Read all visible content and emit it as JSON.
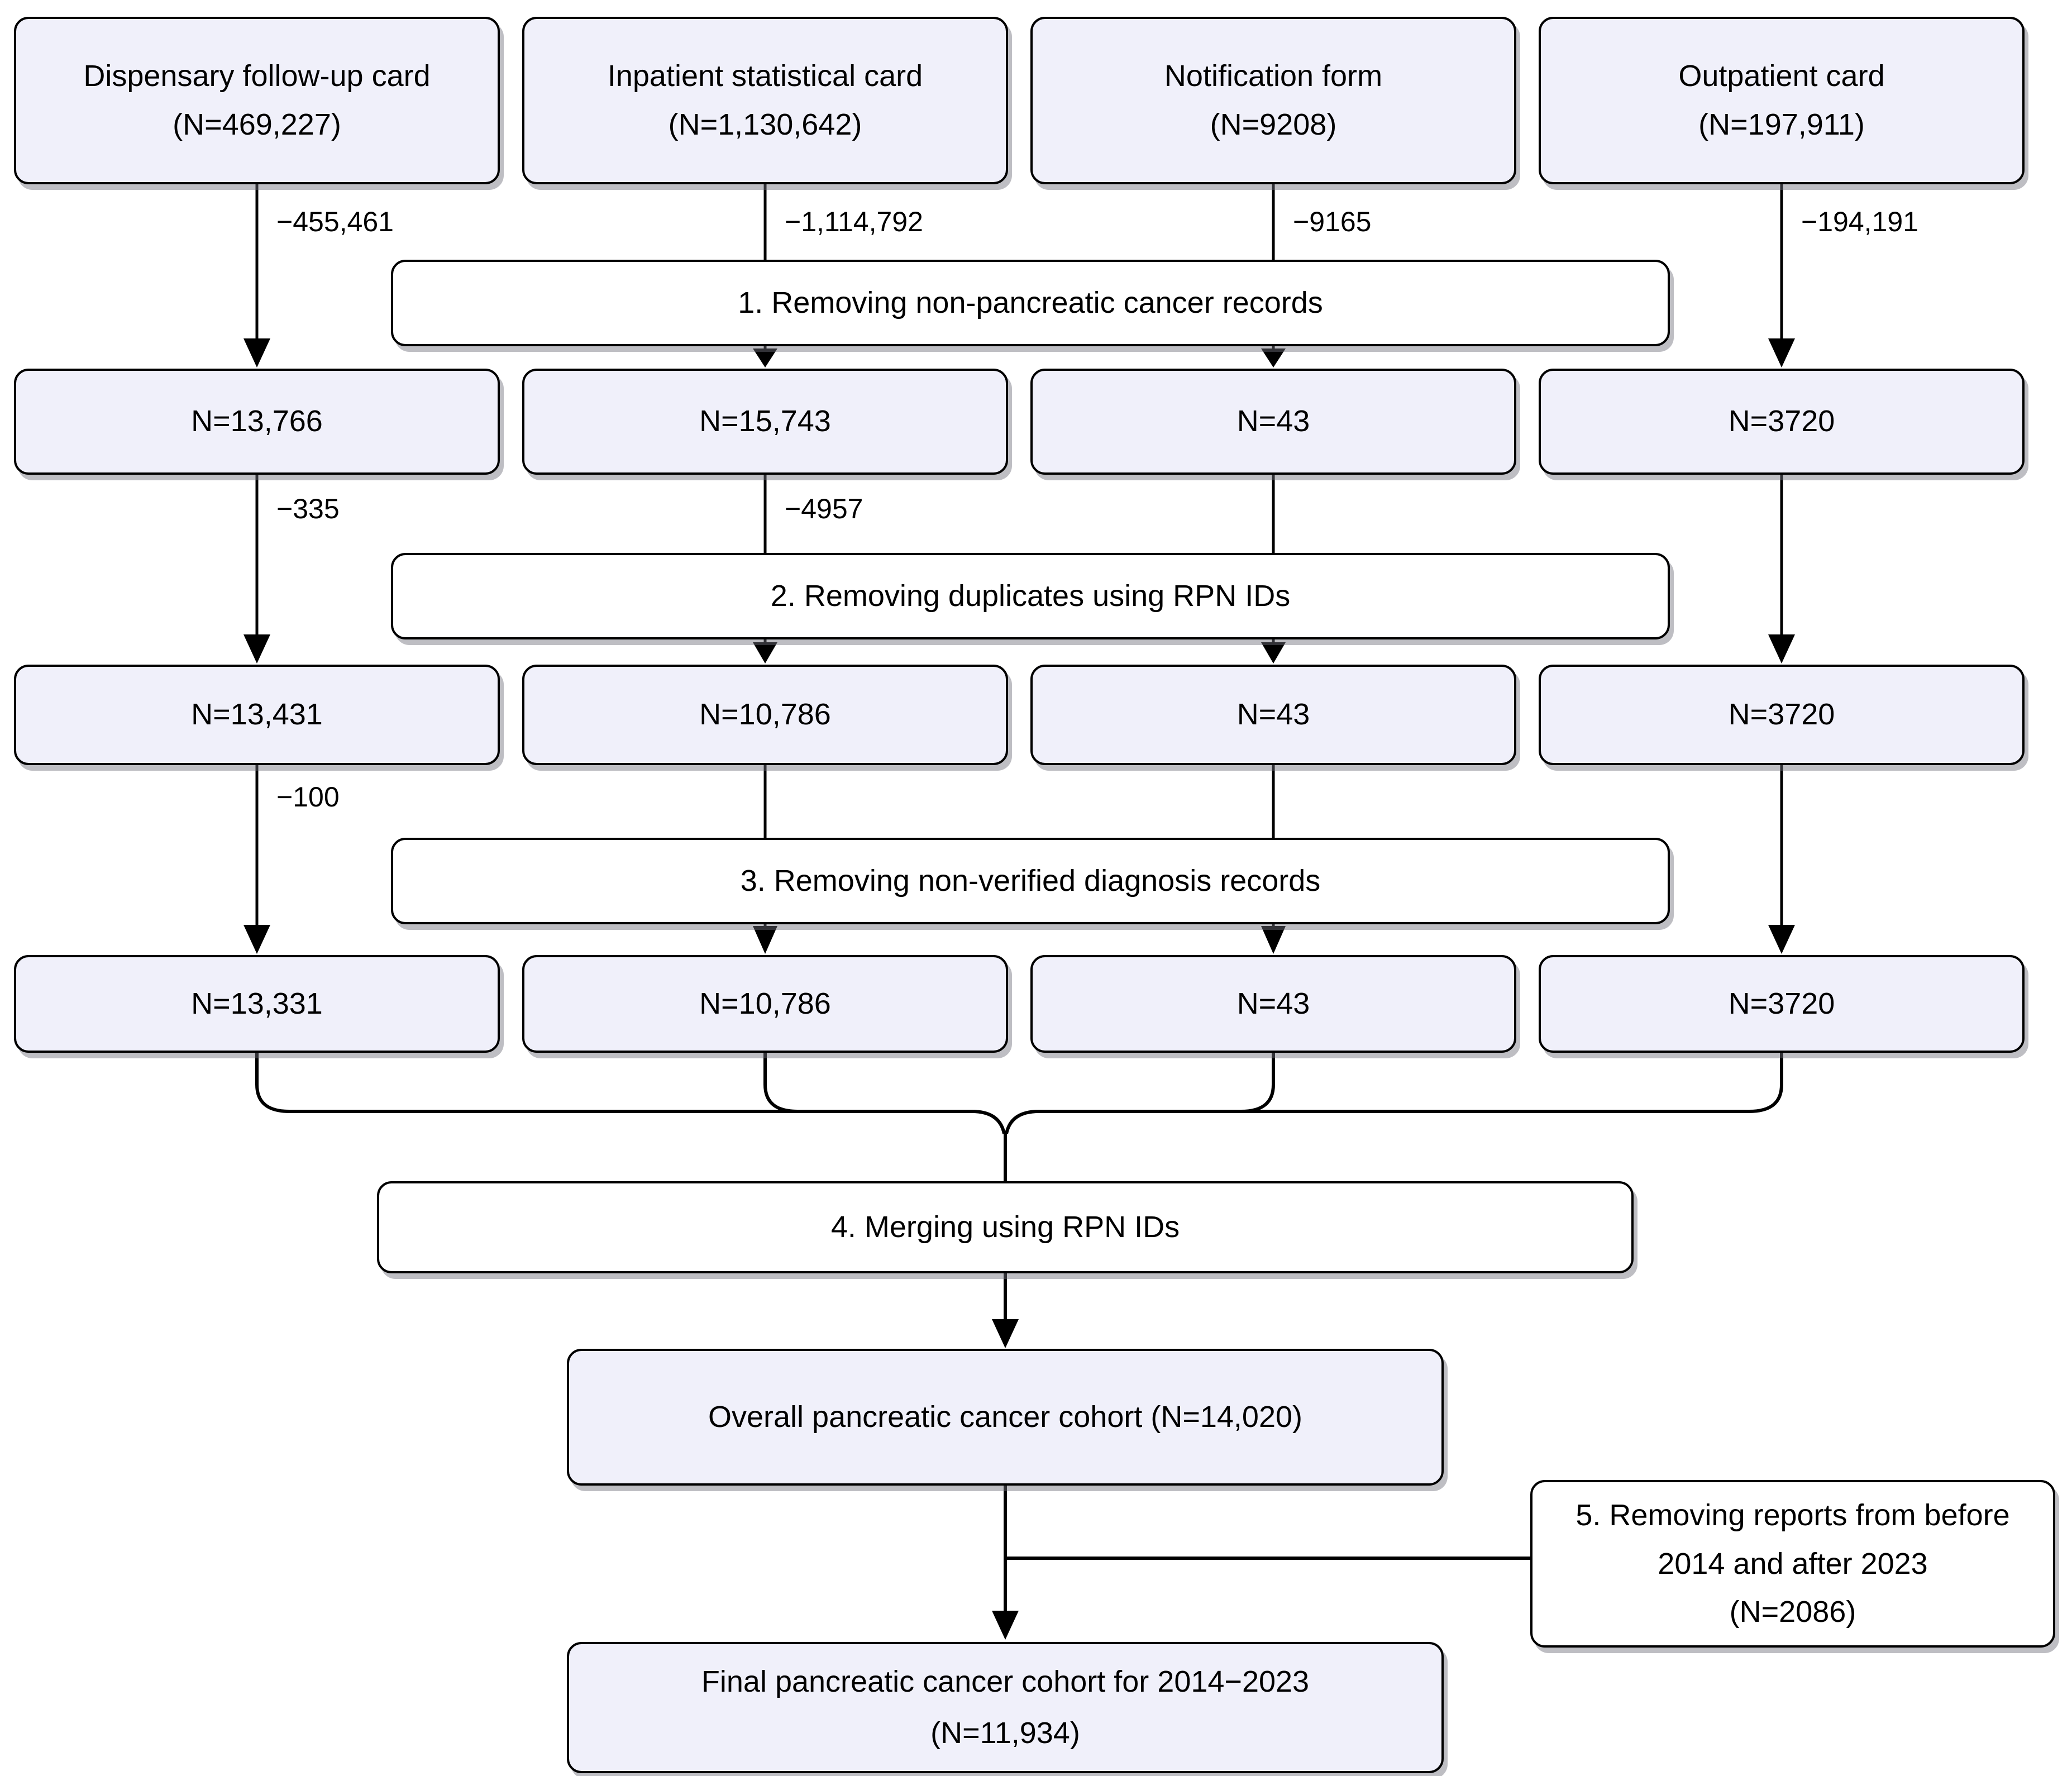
{
  "flow": {
    "sources": [
      {
        "title": "Dispensary follow-up card",
        "n": "(N=469,227)",
        "excluded": "−455,461"
      },
      {
        "title": "Inpatient statistical card",
        "n": "(N=1,130,642)",
        "excluded": "−1,114,792"
      },
      {
        "title": "Notification form",
        "n": "(N=9208)",
        "excluded": "−9165"
      },
      {
        "title": "Outpatient card",
        "n": "(N=197,911)",
        "excluded": "−194,191"
      }
    ],
    "steps": [
      {
        "label": "1. Removing non-pancreatic cancer records"
      },
      {
        "label": "2. Removing duplicates using RPN IDs"
      },
      {
        "label": "3. Removing non-verified diagnosis records"
      },
      {
        "label": "4. Merging using RPN IDs"
      }
    ],
    "step5": {
      "line1": "5. Removing reports from before",
      "line2": "2014 and after 2023",
      "line3": "(N=2086)"
    },
    "after_step1": [
      "N=13,766",
      "N=15,743",
      "N=43",
      "N=3720"
    ],
    "after_step2": [
      "N=13,431",
      "N=10,786",
      "N=43",
      "N=3720"
    ],
    "after_step3": [
      "N=13,331",
      "N=10,786",
      "N=43",
      "N=3720"
    ],
    "exclusions_step2": [
      "−335",
      "−4957"
    ],
    "exclusion_step3": "−100",
    "overall": "Overall pancreatic cancer cohort (N=14,020)",
    "final": {
      "line1": "Final pancreatic cancer cohort for 2014−2023",
      "line2": "(N=11,934)"
    }
  },
  "colors": {
    "data_box_fill": "#f0f0fa",
    "process_box_fill": "#ffffff",
    "border": "#000000",
    "line": "#000000",
    "background": "#ffffff"
  }
}
